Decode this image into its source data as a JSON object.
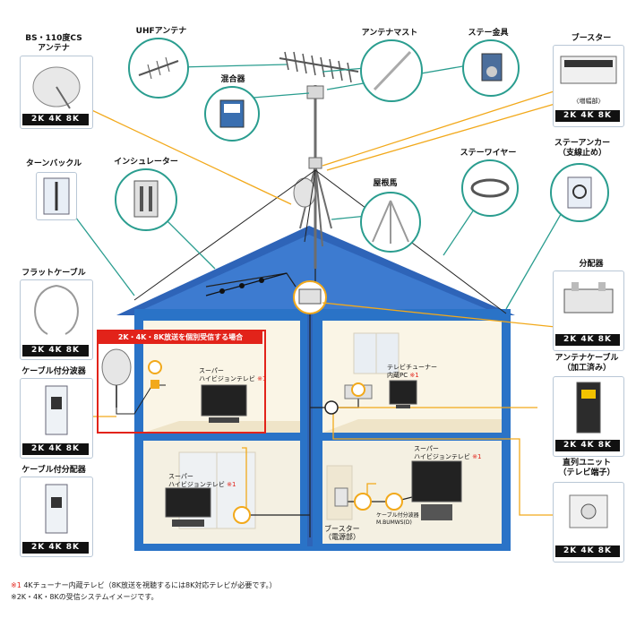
{
  "labels": {
    "bs_antenna": [
      "BS・110度CS",
      "アンテナ"
    ],
    "uhf_antenna": "UHFアンテナ",
    "antenna_mast": "アンテナマスト",
    "stay_bracket": "ステー金具",
    "booster_top": "ブースター",
    "booster_top_sub": "〈増幅部〉",
    "mixer": "混合器",
    "turnbuckle": "ターンバックル",
    "insulator": "インシュレーター",
    "roof_mount": "屋根馬",
    "stay_wire": "ステーワイヤー",
    "stay_anchor": [
      "ステーアンカー",
      "（支線止め）"
    ],
    "flat_cable": "フラットケーブル",
    "splitter": "分配器",
    "cable_branch": "ケーブル付分波器",
    "antenna_cable": [
      "アンテナケーブル",
      "（加工済み）"
    ],
    "cable_splitter": "ケーブル付分配器",
    "wall_terminal": [
      "直列ユニット",
      "（テレビ端子）"
    ]
  },
  "badge": "2K 4K 8K",
  "house": {
    "individual_title": "2K・4K・8K放送を個別受信する場合",
    "tv_upper": [
      "スーパー",
      "ハイビジョンテレビ"
    ],
    "tv_tuner_pc": [
      "テレビチューナー",
      "内蔵PC"
    ],
    "tv_lower_left": [
      "スーパー",
      "ハイビジョンテレビ"
    ],
    "tv_lower_right": [
      "スーパー",
      "ハイビジョンテレビ"
    ],
    "booster_power": [
      "ブースター",
      "（電源部）"
    ],
    "cable_splitter_small": [
      "ケーブル付分波器",
      "M.BUMWS(D)"
    ],
    "note_mark": "※1"
  },
  "footnotes": [
    {
      "mark": "※1",
      "text": " 4Kチューナー内蔵テレビ（8K放送を視聴するには8K対応テレビが必要です。）"
    },
    {
      "mark": "※",
      "text": "2K・4K・8Kの受信システムイメージです。"
    }
  ],
  "colors": {
    "roof": "#2e64b8",
    "wall": "#2a73c7",
    "leader_teal": "#2a9d8f",
    "leader_orange": "#f2a91b",
    "red": "#e2231a",
    "badge": "#111111"
  },
  "icons": [
    "satellite-dish-icon",
    "uhf-antenna-icon",
    "mast-icon",
    "stay-bracket-icon",
    "booster-icon",
    "mixer-icon",
    "turnbuckle-icon",
    "insulator-icon",
    "roof-mount-icon",
    "stay-wire-icon",
    "stay-anchor-icon",
    "flat-cable-icon",
    "splitter-icon",
    "antenna-cable-icon",
    "wall-terminal-icon",
    "tv-icon"
  ]
}
